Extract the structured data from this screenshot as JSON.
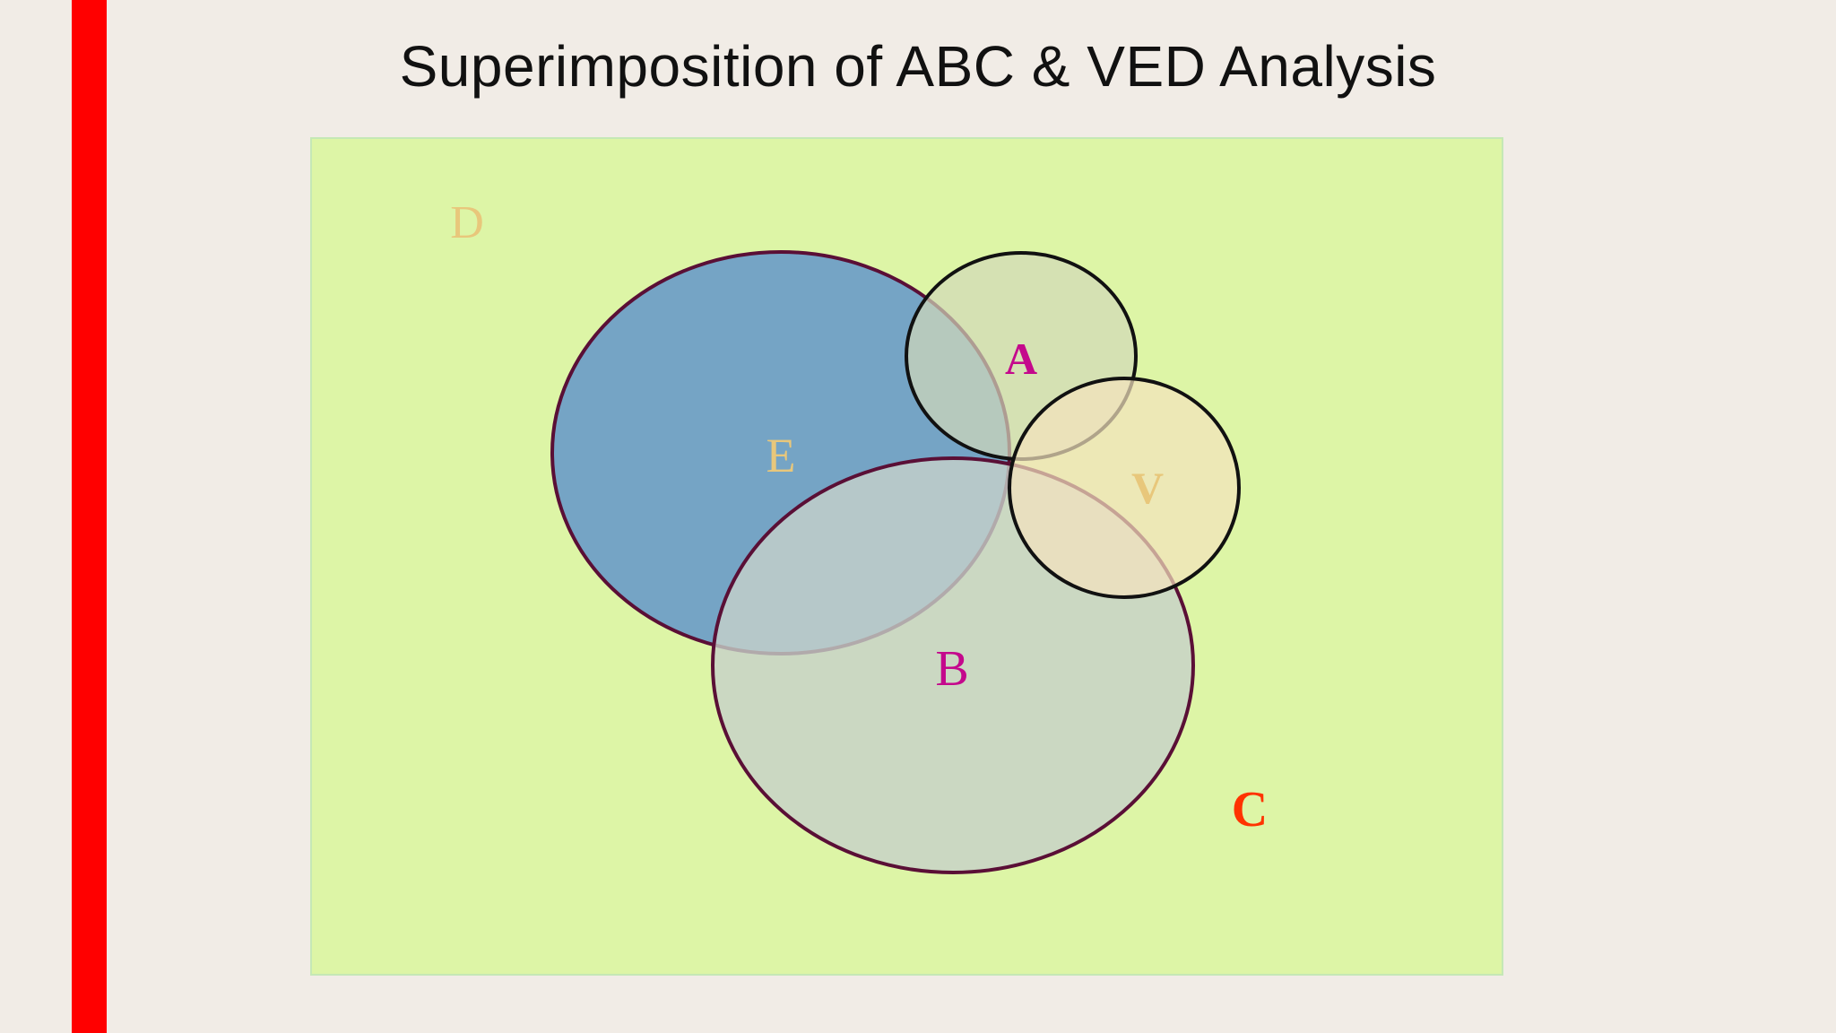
{
  "slide": {
    "title": "Superimposition of ABC & VED Analysis"
  },
  "diagram": {
    "labels": {
      "D": "D",
      "E": "E",
      "A": "A",
      "V": "V",
      "B": "B",
      "C": "C"
    },
    "colors": {
      "background_area": "#ddf5a6",
      "accent_bar": "#ff0000",
      "set_E_fill": "#6f9fc6",
      "set_B_fill": "#c7d1c9",
      "set_A_fill": "#d2d8b9",
      "set_V_fill": "#f3e3bd",
      "label_D": "#e8c77b",
      "label_E": "#e8c77b",
      "label_A": "#c4088c",
      "label_V": "#e8c77b",
      "label_B": "#c4088c",
      "label_C": "#ff3300"
    }
  }
}
